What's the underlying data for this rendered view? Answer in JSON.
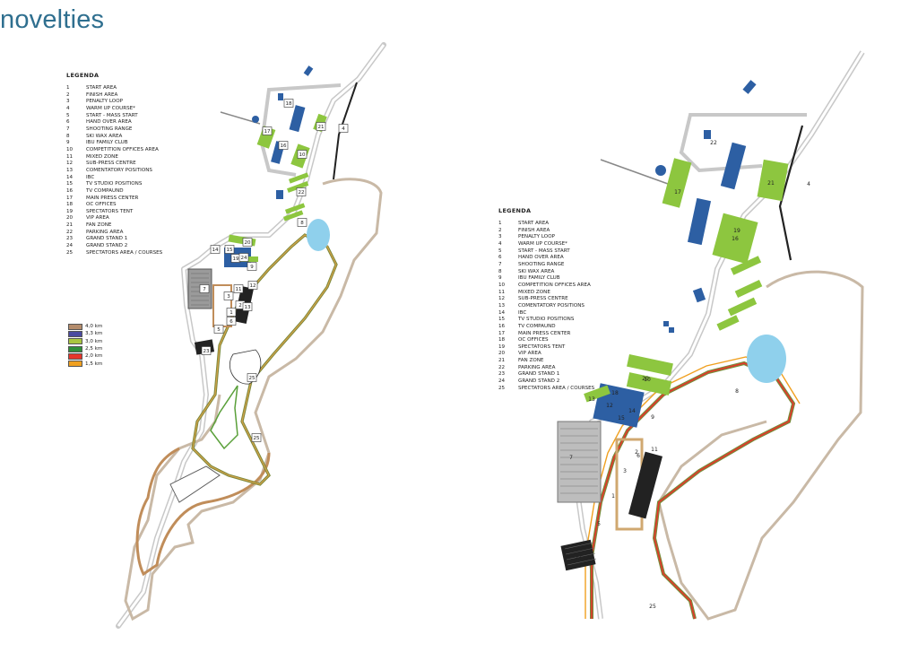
{
  "page": {
    "title": "novelties"
  },
  "legend_heading": "LEGENDA",
  "legend_items": [
    {
      "num": "1",
      "label": "START AREA"
    },
    {
      "num": "2",
      "label": "FINISH AREA"
    },
    {
      "num": "3",
      "label": "PENALTY LOOP"
    },
    {
      "num": "4",
      "label": "WARM UP COURSE*"
    },
    {
      "num": "5",
      "label": "START - MASS START"
    },
    {
      "num": "6",
      "label": "HAND OVER AREA"
    },
    {
      "num": "7",
      "label": "SHOOTING RANGE"
    },
    {
      "num": "8",
      "label": "SKI WAX AREA"
    },
    {
      "num": "9",
      "label": "IBU FAMILY CLUB"
    },
    {
      "num": "10",
      "label": "COMPETITION OFFICES AREA"
    },
    {
      "num": "11",
      "label": "MIXED ZONE"
    },
    {
      "num": "12",
      "label": "SUB-PRESS CENTRE"
    },
    {
      "num": "13",
      "label": "COMENTATORY POSITIONS"
    },
    {
      "num": "14",
      "label": "IBC"
    },
    {
      "num": "15",
      "label": "TV STUDIO POSITIONS"
    },
    {
      "num": "16",
      "label": "TV COMPAUND"
    },
    {
      "num": "17",
      "label": "MAIN PRESS CENTER"
    },
    {
      "num": "18",
      "label": "OC OFFICES"
    },
    {
      "num": "19",
      "label": "SPECTATORS TENT"
    },
    {
      "num": "20",
      "label": "VIP AREA"
    },
    {
      "num": "21",
      "label": "FAN ZONE"
    },
    {
      "num": "22",
      "label": "PARKING AREA"
    },
    {
      "num": "23",
      "label": "GRAND STAND 1"
    },
    {
      "num": "24",
      "label": "GRAND STAND 2"
    },
    {
      "num": "25",
      "label": "SPECTATORS AREA / COURSES"
    }
  ],
  "course_legend": [
    {
      "label": "4,0 km",
      "color": "#b48c6c"
    },
    {
      "label": "3,3 km",
      "color": "#4b4aa0"
    },
    {
      "label": "3,0 km",
      "color": "#a9c640"
    },
    {
      "label": "2,5 km",
      "color": "#2f8f3a"
    },
    {
      "label": "2,0 km",
      "color": "#e6352b"
    },
    {
      "label": "1,5 km",
      "color": "#f0a020"
    }
  ],
  "colors": {
    "title": "#2f6f8f",
    "road": "#c8c8c8",
    "building": "#2d5fa3",
    "green_area": "#8dc63f",
    "water": "#8fd0ec",
    "outer_track": "#c9b9a6",
    "stand": "#2a2a2a"
  },
  "map_left": {
    "markers": [
      "1",
      "2",
      "3",
      "4",
      "5",
      "6",
      "7",
      "8",
      "9",
      "10",
      "11",
      "12",
      "13",
      "14",
      "15",
      "16",
      "17",
      "18",
      "19",
      "20",
      "21",
      "22",
      "23",
      "24",
      "25",
      "25"
    ]
  },
  "map_right": {
    "markers": [
      "1",
      "2",
      "3",
      "4",
      "5",
      "6",
      "7",
      "8",
      "9",
      "10",
      "11",
      "12",
      "13",
      "14",
      "15",
      "16",
      "17",
      "18",
      "19",
      "20",
      "21",
      "22",
      "23",
      "25"
    ]
  }
}
